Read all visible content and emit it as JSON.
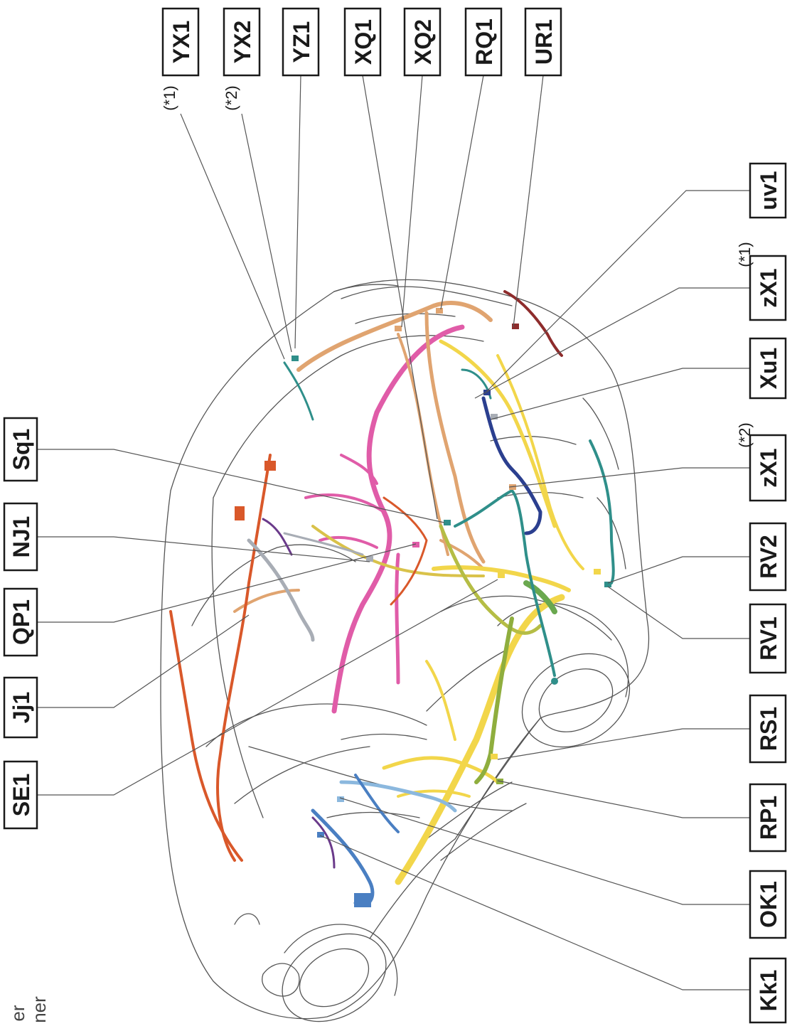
{
  "labels": {
    "YX1": "YX1",
    "YX2": "YX2",
    "YZ1": "YZ1",
    "XQ1": "XQ1",
    "XQ2": "XQ2",
    "RQ1": "RQ1",
    "UR1": "UR1",
    "uv1": "uv1",
    "zX1a": "zX1",
    "Xu1": "Xu1",
    "zX1b": "zX1",
    "RV2": "RV2",
    "RV1": "RV1",
    "RS1": "RS1",
    "RP1": "RP1",
    "OK1": "OK1",
    "Kk1": "Kk1",
    "SE1": "SE1",
    "Jj1": "Jj1",
    "QP1": "QP1",
    "NJ1": "NJ1",
    "Sq1": "Sq1"
  },
  "notes": {
    "YX1": "(*1)",
    "YX2": "(*2)",
    "zX1a": "(*1)",
    "zX1b": "(*2)"
  },
  "fragments": [
    "er",
    "ner"
  ],
  "colors": {
    "outline": "#555555",
    "box": "#1a1a1a",
    "leader": "#555555",
    "harness_pink": "#e05ca8",
    "harness_tan": "#e0a470",
    "harness_yellow": "#f2d64a",
    "harness_olive": "#b5bd45",
    "harness_teal": "#2f8f8a",
    "harness_navy": "#2b3f8f",
    "harness_orange": "#d9582a",
    "harness_blue": "#4a7fc2",
    "harness_lightblue": "#8bb8de",
    "harness_purple": "#6a3a8a",
    "harness_grey": "#a8adb5",
    "harness_maroon": "#8e2c2c",
    "harness_green": "#6aa84f"
  }
}
